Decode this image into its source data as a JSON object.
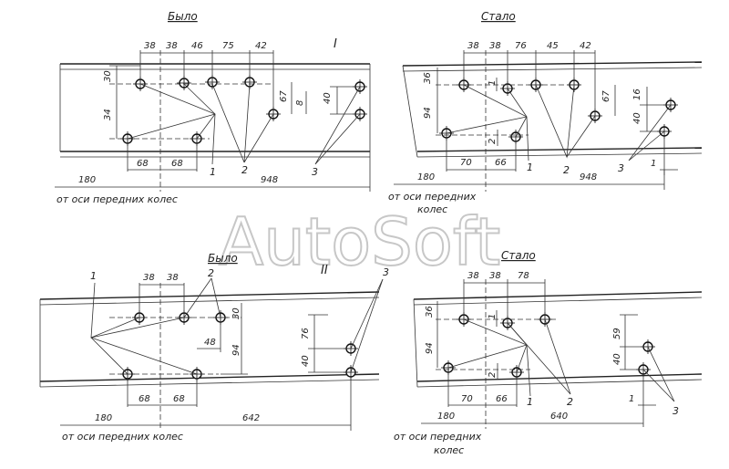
{
  "watermark": "AutoSoft",
  "section_I": {
    "roman": "I",
    "before": {
      "title": "Было",
      "dims_top": [
        "38",
        "38",
        "46",
        "75",
        "42"
      ],
      "dim_v_30": "30",
      "dim_v_34": "34",
      "dim_v_67": "67",
      "dim_v_8": "8",
      "dim_v_40": "40",
      "dims_bottom": [
        "68",
        "68"
      ],
      "dim_180": "180",
      "dim_948": "948",
      "callouts": [
        "1",
        "2",
        "3"
      ],
      "caption": "от оси передних колес"
    },
    "after": {
      "title": "Стало",
      "dims_top": [
        "38",
        "38",
        "76",
        "45",
        "42"
      ],
      "dim_v_36": "36",
      "dim_v_1": "1",
      "dim_v_94": "94",
      "dim_v_2": "2",
      "dim_v_67": "67",
      "dim_v_16": "16",
      "dim_v_40": "40",
      "dims_bottom": [
        "70",
        "66"
      ],
      "dim_180": "180",
      "dim_948": "948",
      "dim_1h": "1",
      "callouts": [
        "1",
        "2",
        "3"
      ],
      "caption_line1": "от оси передних",
      "caption_line2": "колес"
    }
  },
  "section_II": {
    "roman": "II",
    "before": {
      "title": "Было",
      "dims_top": [
        "38",
        "38"
      ],
      "dim_v_30": "30",
      "dim_48": "48",
      "dim_v_94": "94",
      "dim_v_76": "76",
      "dim_v_40": "40",
      "dims_bottom": [
        "68",
        "68"
      ],
      "dim_180": "180",
      "dim_642": "642",
      "callouts": [
        "1",
        "2",
        "3"
      ],
      "caption": "от оси передних колес"
    },
    "after": {
      "title": "Стало",
      "dims_top": [
        "38",
        "38",
        "78"
      ],
      "dim_v_36": "36",
      "dim_v_1": "1",
      "dim_v_94": "94",
      "dim_v_2": "2",
      "dim_v_59": "59",
      "dim_v_40": "40",
      "dims_bottom": [
        "70",
        "66"
      ],
      "dim_180": "180",
      "dim_640": "640",
      "dim_1h": "1",
      "callouts": [
        "1",
        "2",
        "3"
      ],
      "caption_line1": "от оси передних",
      "caption_line2": "колес"
    }
  }
}
